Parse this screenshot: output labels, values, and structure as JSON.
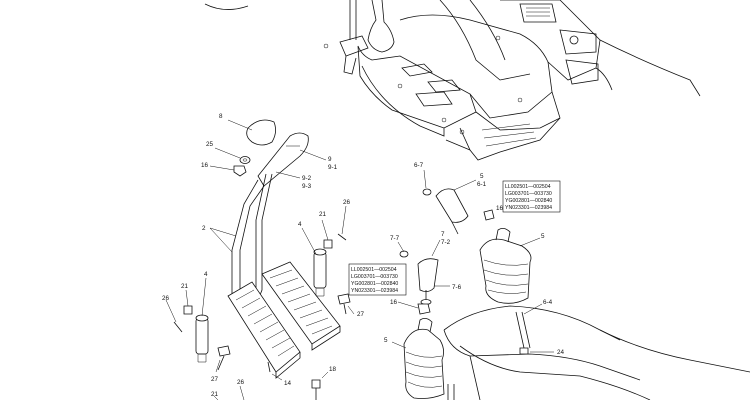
{
  "labels": {
    "l8": "8",
    "l25": "25",
    "l16a": "16",
    "l9": "9",
    "l91": "9-1",
    "l92": "9-2",
    "l93": "9-3",
    "l67": "6-7",
    "l5a": "5",
    "l61": "6-1",
    "l16b": "16",
    "l2": "2",
    "l21a": "21",
    "l26a": "26",
    "l4a": "4",
    "l77": "7-7",
    "l7": "7",
    "l72": "7-2",
    "l5b": "5",
    "l4b": "4",
    "l26b": "26",
    "l21b": "21",
    "l76": "7-6",
    "l16c": "16",
    "l27a": "27",
    "l64": "6-4",
    "l5c": "5",
    "l27b": "27",
    "l14": "14",
    "l18": "18",
    "l24": "24",
    "l26c": "26",
    "l21c": "21"
  },
  "serial_box_a": [
    "LL002501—002504",
    "LG003701—003730",
    "YG002801—002840",
    "YN023301—023984"
  ],
  "serial_box_b": [
    "LL002501—002504",
    "LG003701—003730",
    "YG002801—002840",
    "YN023301—023984"
  ]
}
